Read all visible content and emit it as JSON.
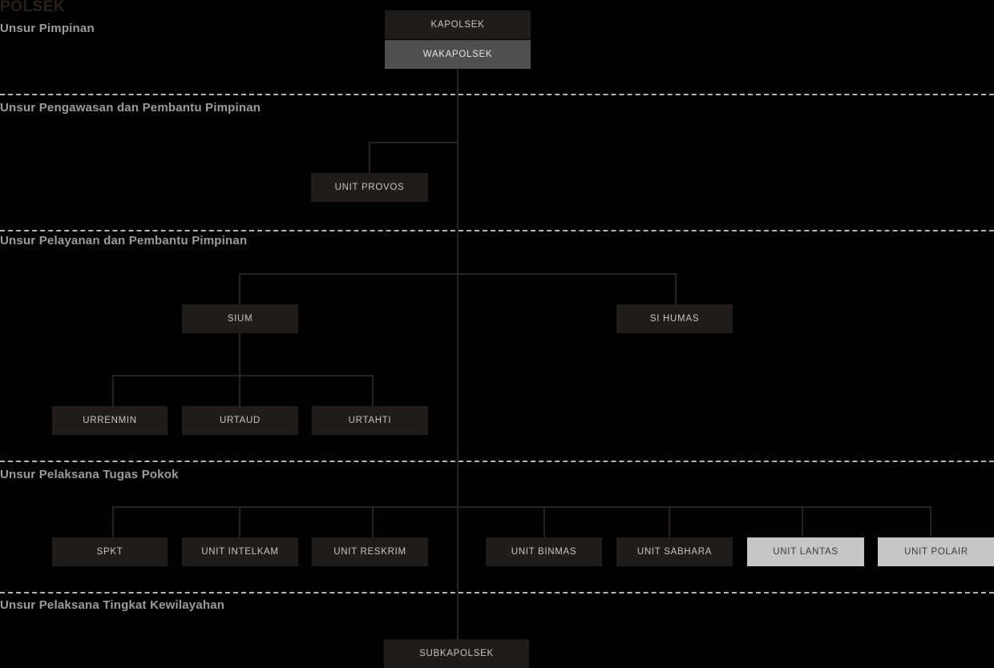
{
  "title": "POLSEK",
  "background_color": "#000000",
  "colors": {
    "box_dark": "#211c1a",
    "box_mid": "#4f4f4f",
    "box_light": "#c6c6c6",
    "line": "#2a2220",
    "divider": "#b4b4b4",
    "section_label": "#9c9c9c",
    "title": "#2b211c"
  },
  "sections": [
    {
      "label": "Unsur Pimpinan"
    },
    {
      "label": "Unsur Pengawasan dan Pembantu Pimpinan"
    },
    {
      "label": "Unsur Pelayanan dan Pembantu Pimpinan"
    },
    {
      "label": "Unsur Pelaksana Tugas Pokok"
    },
    {
      "label": "Unsur Pelaksana Tingkat Kewilayahan"
    }
  ],
  "nodes": {
    "kapolsek": "KAPOLSEK",
    "wakapolsek": "WAKAPOLSEK",
    "unit_provos": "UNIT PROVOS",
    "sium": "SIUM",
    "si_humas": "SI HUMAS",
    "urrenmin": "URRENMIN",
    "urtaud": "URTAUD",
    "urtahti": "URTAHTI",
    "spkt": "SPKT",
    "unit_intelkam": "UNIT INTELKAM",
    "unit_reskrim": "UNIT RESKRIM",
    "unit_binmas": "UNIT BINMAS",
    "unit_sabhara": "UNIT SABHARA",
    "unit_lantas": "UNIT LANTAS",
    "unit_polair": "UNIT POLAIR",
    "subkapolsek": "SUBKAPOLSEK"
  }
}
